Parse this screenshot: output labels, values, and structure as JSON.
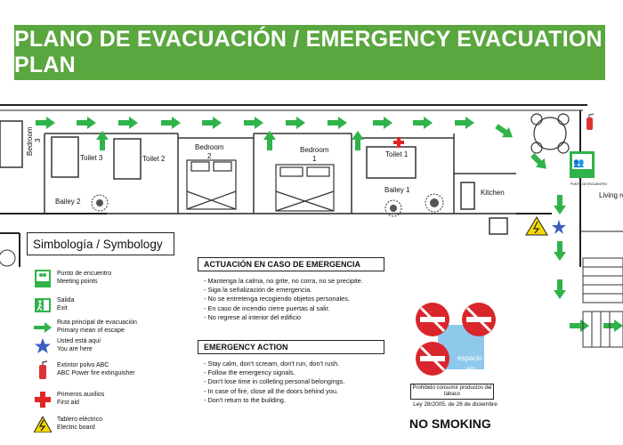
{
  "title": "PLANO DE EVACUACIÓN / EMERGENCY EVACUATION PLAN",
  "rooms": {
    "bedroom3": "Bedroom",
    "bedroom3_num": "3",
    "toilet3": "Toilet 3",
    "toilet2": "Toilet 2",
    "bedroom2": "Bedroom",
    "bedroom2_num": "2",
    "bedroom1": "Bedroom",
    "bedroom1_num": "1",
    "toilet1": "Toilet 1",
    "bailey1": "Bailey 1",
    "bailey2": "Bailey 2",
    "kitchen": "Kitchen",
    "living": "Living ro",
    "meeting_sign": "PUNTO DE ENCUENTRO"
  },
  "legend": {
    "title": "Simbología / Symbology",
    "items": [
      {
        "icon": "meeting-point-icon",
        "label_es": "Punto de encuentro",
        "label_en": "Meeting points"
      },
      {
        "icon": "exit-icon",
        "label_es": "Salida",
        "label_en": "Exit"
      },
      {
        "icon": "green-arrow-icon",
        "label_es": "Ruta principal de evacuación",
        "label_en": "Primary mean of escape"
      },
      {
        "icon": "blue-star-icon",
        "label_es": "Usted está aquí",
        "label_en": "You are here"
      },
      {
        "icon": "fire-extinguisher-icon",
        "label_es": "Extintor polvo ABC",
        "label_en": "ABC Power fire extinguisher"
      },
      {
        "icon": "first-aid-icon",
        "label_es": "Primeros auxilios",
        "label_en": "First aid"
      },
      {
        "icon": "electric-board-icon",
        "label_es": "Tablero eléctrico",
        "label_en": "Electric board"
      }
    ]
  },
  "actuacion": {
    "title": "ACTUACIÓN EN CASO DE EMERGENCIA",
    "items": [
      "Mantenga la calma, no grite, no corra, no se precipite.",
      "Siga la señalización de emergencia.",
      "No se entretenga recogiendo objetos personales.",
      "En caso de incendio cierre puertas al salir.",
      "No regrese al interior del edificio"
    ]
  },
  "emergency": {
    "title": "EMERGENCY ACTION",
    "items": [
      "Stay calm, don't scream, don't run, don't rush.",
      "Follow the emergency signals.",
      "Don't lose time in colleting personal belongings.",
      "In case of fire, close all the doors behind you.",
      "Don't return to the building."
    ]
  },
  "no_smoking": {
    "espacio": "espacio",
    "sin": "sin",
    "prohibido": "Prohibido consumir productos del tabaco",
    "ley": "Ley 28/2005, de 26 de diciembre",
    "label": "NO SMOKING"
  },
  "colors": {
    "title_bg": "#5aa63f",
    "route_green": "#2fb34a",
    "star_blue": "#3b5fbf",
    "first_aid_red": "#e02525",
    "no_smoking_red": "#d9262c",
    "espacio_blue": "#8ec9ec"
  }
}
